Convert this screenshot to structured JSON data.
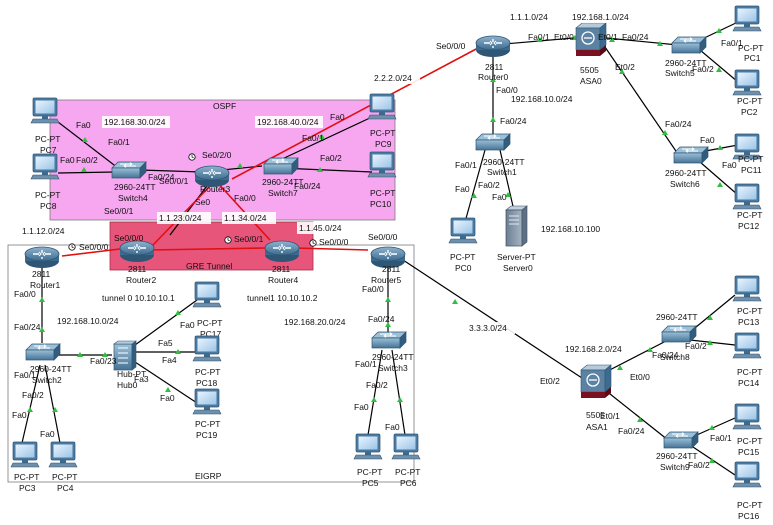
{
  "areas": {
    "ospf": "OSPF",
    "eigrp": "EIGRP",
    "gre": "GRE Tunnel"
  },
  "colors": {
    "ospf_fill": "#f7a6f0",
    "gre_fill": "#e8557a",
    "link_black": "#000000",
    "link_serial": "#e01010",
    "port_up": "#2fbf3c",
    "device_blue": "#3a6f96"
  },
  "networks": {
    "n_1_1_1": "1.1.1.0/24",
    "n_192_168_1": "192.168.1.0/24",
    "n_2_2_2": "2.2.2.0/24",
    "n_192_168_10_top": "192.168.10.0/24",
    "n_192_168_10_100": "192.168.10.100",
    "n_192_168_30": "192.168.30.0/24",
    "n_192_168_40": "192.168.40.0/24",
    "n_1_1_23": "1.1.23.0/24",
    "n_1_1_34": "1.1.34.0/24",
    "n_1_1_12": "1.1.12.0/24",
    "n_1_1_45": "1.1.45.0/24",
    "tunnel0": "tunnel 0 10.10.10.1",
    "tunnel1": "tunnel1 10.10.10.2",
    "n_192_168_10_left": "192.168.10.0/24",
    "n_192_168_20": "192.168.20.0/24",
    "n_3_3_3": "3.3.3.0/24",
    "n_192_168_2": "192.168.2.0/24"
  },
  "devices": {
    "router0": [
      "2811",
      "Router0"
    ],
    "asa0": [
      "5505",
      "ASA0"
    ],
    "switch5": [
      "2960-24TT",
      "Switch5"
    ],
    "switch6": [
      "2960-24TT",
      "Switch6"
    ],
    "switch1": [
      "2960-24TT",
      "Switch1"
    ],
    "server0": [
      "Server-PT",
      "Server0"
    ],
    "pc0": [
      "PC-PT",
      "PC0"
    ],
    "pc1": [
      "PC-PT",
      "PC1"
    ],
    "pc2": [
      "PC-PT",
      "PC2"
    ],
    "pc11": [
      "PC-PT",
      "PC11"
    ],
    "pc12": [
      "PC-PT",
      "PC12"
    ],
    "switch4": [
      "2960-24TT",
      "Switch4"
    ],
    "switch7": [
      "2960-24TT",
      "Switch7"
    ],
    "router3": [
      "",
      "Router3"
    ],
    "pc7": [
      "PC-PT",
      "PC7"
    ],
    "pc8": [
      "PC-PT",
      "PC8"
    ],
    "pc9": [
      "PC-PT",
      "PC9"
    ],
    "pc10": [
      "PC-PT",
      "PC10"
    ],
    "router1": [
      "2811",
      "Router1"
    ],
    "router2": [
      "2811",
      "Router2"
    ],
    "router4": [
      "2811",
      "Router4"
    ],
    "router5": [
      "2811",
      "Router5"
    ],
    "switch2": [
      "2960-24TT",
      "Switch2"
    ],
    "hub": [
      "Hub-PT",
      "Hub0"
    ],
    "switch3": [
      "2960-24TT",
      "Switch3"
    ],
    "pc3": [
      "PC-PT",
      "PC3"
    ],
    "pc4": [
      "PC-PT",
      "PC4"
    ],
    "pc5": [
      "PC-PT",
      "PC5"
    ],
    "pc6": [
      "PC-PT",
      "PC6"
    ],
    "pc17": [
      "PC-PT",
      "PC17"
    ],
    "pc18": [
      "PC-PT",
      "PC18"
    ],
    "pc19": [
      "PC-PT",
      "PC19"
    ],
    "asa1": [
      "5505",
      "ASA1"
    ],
    "switch8": [
      "2960-24TT",
      "Switch8"
    ],
    "switch9": [
      "2960-24TT",
      "Switch9"
    ],
    "pc13": [
      "PC-PT",
      "PC13"
    ],
    "pc14": [
      "PC-PT",
      "PC14"
    ],
    "pc15": [
      "PC-PT",
      "PC15"
    ],
    "pc16": [
      "PC-PT",
      "PC16"
    ]
  },
  "ports": {
    "r0_se000": "Se0/0/0",
    "r0_fa01": "Fa0/1",
    "r0_fa00": "Fa0/0",
    "asa0_et00": "Et0/0",
    "asa0_et01": "Et0/1",
    "asa0_et02": "Et0/2",
    "sw5_fa024": "Fa0/24",
    "sw5_fa01": "Fa0/1",
    "sw5_fa02": "Fa0/2",
    "sw6_fa024": "Fa0/24",
    "sw6_fa0a": "Fa0",
    "sw6_fa0b": "Fa0",
    "sw1_fa024": "Fa0/24",
    "sw1_fa01": "Fa0/1",
    "sw1_fa02": "Fa0/2",
    "pc0_fa0": "Fa0",
    "srv_fa0": "Fa0",
    "sw4_fa01": "Fa0/1",
    "sw4_fa02": "Fa0/2",
    "sw4_fa024": "Fa0/24",
    "pc7_fa0": "Fa0",
    "pc8_fa0": "Fa0",
    "r3_se020": "Se0/2/0",
    "r3_se001": "Se0/0/1",
    "r3_se0": "Se0",
    "r3_fa00": "Fa0/0",
    "sw7_fa01": "Fa0/1",
    "sw7_fa02": "Fa0/2",
    "sw7_fa024": "Fa0/24",
    "pc9_fa0": "Fa0",
    "r1_se000": "Se0/0/0",
    "r1_fa00": "Fa0/0",
    "r2_se000": "Se0/0/0",
    "r2_se001": "Se0/0/1",
    "r4_se001": "Se0/0/1",
    "r4_se000": "Se0/0/0",
    "r5_se000": "Se0/0/0",
    "r5_fa00": "Fa0/0",
    "sw2_fa024": "Fa0/24",
    "sw2_fa023": "Fa0/23",
    "sw2_fa01": "Fa0/1",
    "sw2_fa02": "Fa0/2",
    "hub_fa5": "Fa5",
    "hub_fa4": "Fa4",
    "hub_fa3": "Fa3",
    "hub_fa0": "Fa0",
    "pc17_fa0": "Fa0",
    "pc19_fa0": "Fa0",
    "pc3_fa0": "Fa0",
    "pc4_fa0": "Fa0",
    "sw3_fa024": "Fa0/24",
    "sw3_fa01": "Fa0/1",
    "sw3_fa02": "Fa0/2",
    "pc5_fa0": "Fa0",
    "pc6_fa0": "Fa0",
    "asa1_et02": "Et0/2",
    "asa1_et00": "Et0/0",
    "asa1_et01": "Et0/1",
    "sw8_fa024": "Fa0/24",
    "sw8_fa02": "Fa0/2",
    "sw9_fa024": "Fa0/24",
    "sw9_fa01": "Fa0/1",
    "sw9_fa02": "Fa0/2"
  }
}
